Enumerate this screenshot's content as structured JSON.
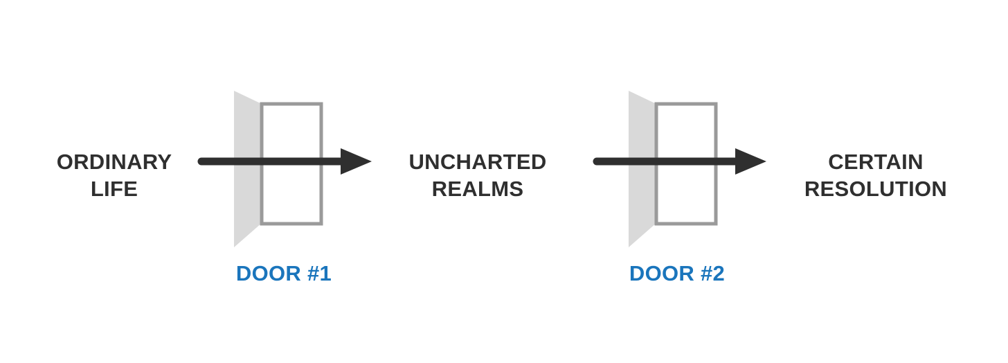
{
  "stages": [
    {
      "line1": "ORDINARY",
      "line2": "LIFE"
    },
    {
      "line1": "UNCHARTED",
      "line2": "REALMS"
    },
    {
      "line1": "CERTAIN",
      "line2": "RESOLUTION"
    }
  ],
  "doors": [
    {
      "label": "DOOR #1"
    },
    {
      "label": "DOOR #2"
    }
  ],
  "colors": {
    "text": "#2f2f2f",
    "door_label": "#1a75bc",
    "arrow": "#2f2f2f",
    "door_panel": "#d9d9d9",
    "door_frame": "#9a9a9a",
    "background": "#ffffff"
  }
}
